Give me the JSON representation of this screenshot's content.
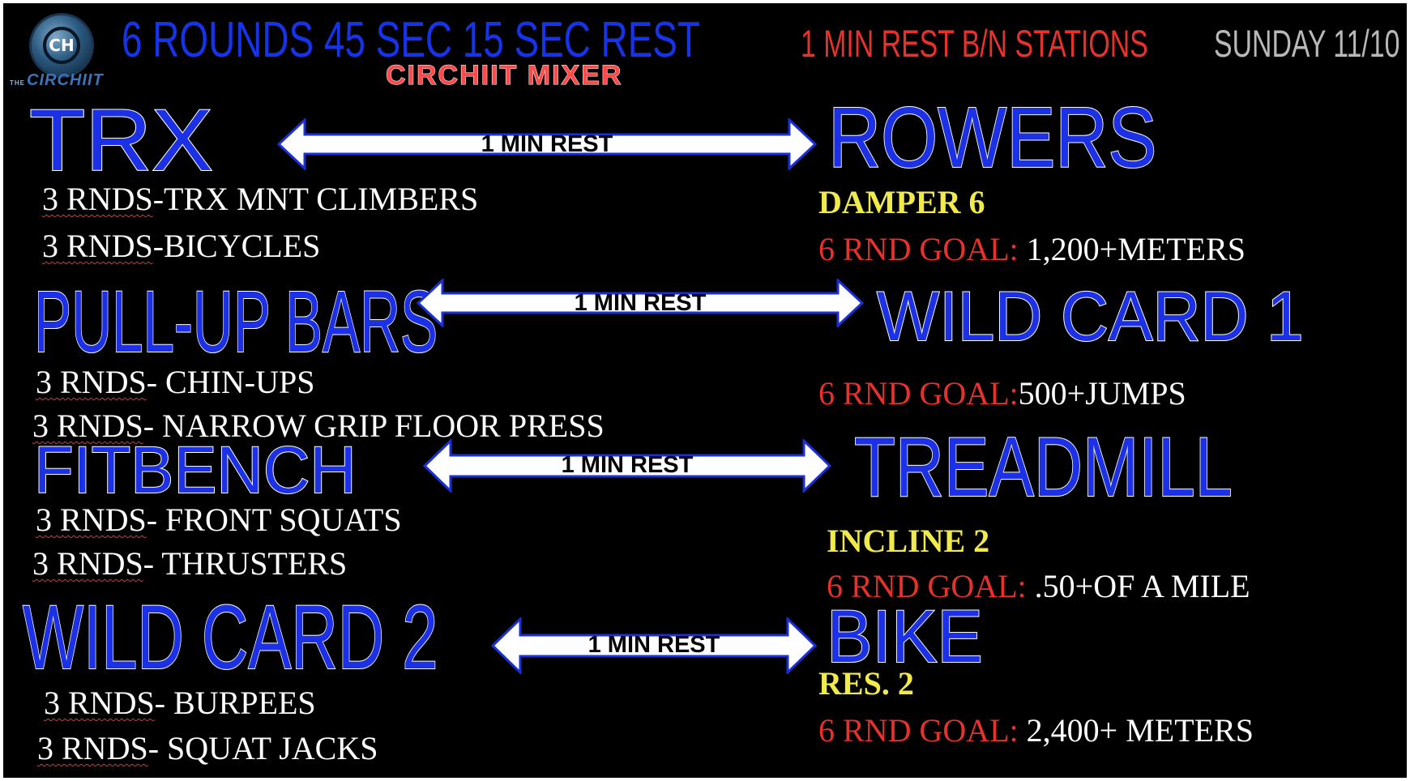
{
  "header": {
    "logo_mark": "CH",
    "logo_small": "THE",
    "logo_text": "CIRCHIIT",
    "title": "6 ROUNDS 45 SEC 15 SEC REST",
    "subtitle": "CIRCHIIT MIXER",
    "rest_note": "1 MIN REST B/N STATIONS",
    "date": "SUNDAY 11/10"
  },
  "arrow_label": "1 MIN REST",
  "stations_left": [
    {
      "name": "TRX",
      "items": [
        {
          "rnds": "3 RNDS",
          "text": "-TRX MNT CLIMBERS"
        },
        {
          "rnds": "3 RNDS",
          "text": "-BICYCLES"
        }
      ]
    },
    {
      "name": "PULL-UP BARS",
      "items": [
        {
          "rnds": "3 RNDS",
          "text": "- CHIN-UPS"
        },
        {
          "rnds": "3 RNDS",
          "text": "- NARROW GRIP FLOOR PRESS"
        }
      ]
    },
    {
      "name": "FITBENCH",
      "items": [
        {
          "rnds": "3 RNDS",
          "text": "- FRONT SQUATS"
        },
        {
          "rnds": "3 RNDS",
          "text": "- THRUSTERS"
        }
      ]
    },
    {
      "name": "WILD CARD 2",
      "items": [
        {
          "rnds": "3 RNDS",
          "text": "- BURPEES"
        },
        {
          "rnds": "3 RNDS",
          "text": "- SQUAT JACKS"
        }
      ]
    }
  ],
  "stations_right": [
    {
      "name": "ROWERS",
      "setting": "DAMPER 6",
      "goal_label": "6 RND GOAL:",
      "goal_value": " 1,200+METERS"
    },
    {
      "name": "WILD CARD 1",
      "setting": "",
      "goal_label": "6 RND GOAL:",
      "goal_value": "500+JUMPS"
    },
    {
      "name": "TREADMILL",
      "setting": "INCLINE 2",
      "goal_label": "6 RND GOAL:",
      "goal_value": " .50+OF A MILE"
    },
    {
      "name": "BIKE",
      "setting": "RES. 2",
      "goal_label": "6 RND GOAL:",
      "goal_value": " 2,400+ METERS"
    }
  ],
  "colors": {
    "background": "#000000",
    "station_blue": "#1c31e6",
    "title_blue": "#1533e8",
    "goal_red": "#e8312b",
    "setting_yellow": "#f0ea4b",
    "arrow_fill": "#ffffff",
    "arrow_outline": "#1a2fd8"
  }
}
